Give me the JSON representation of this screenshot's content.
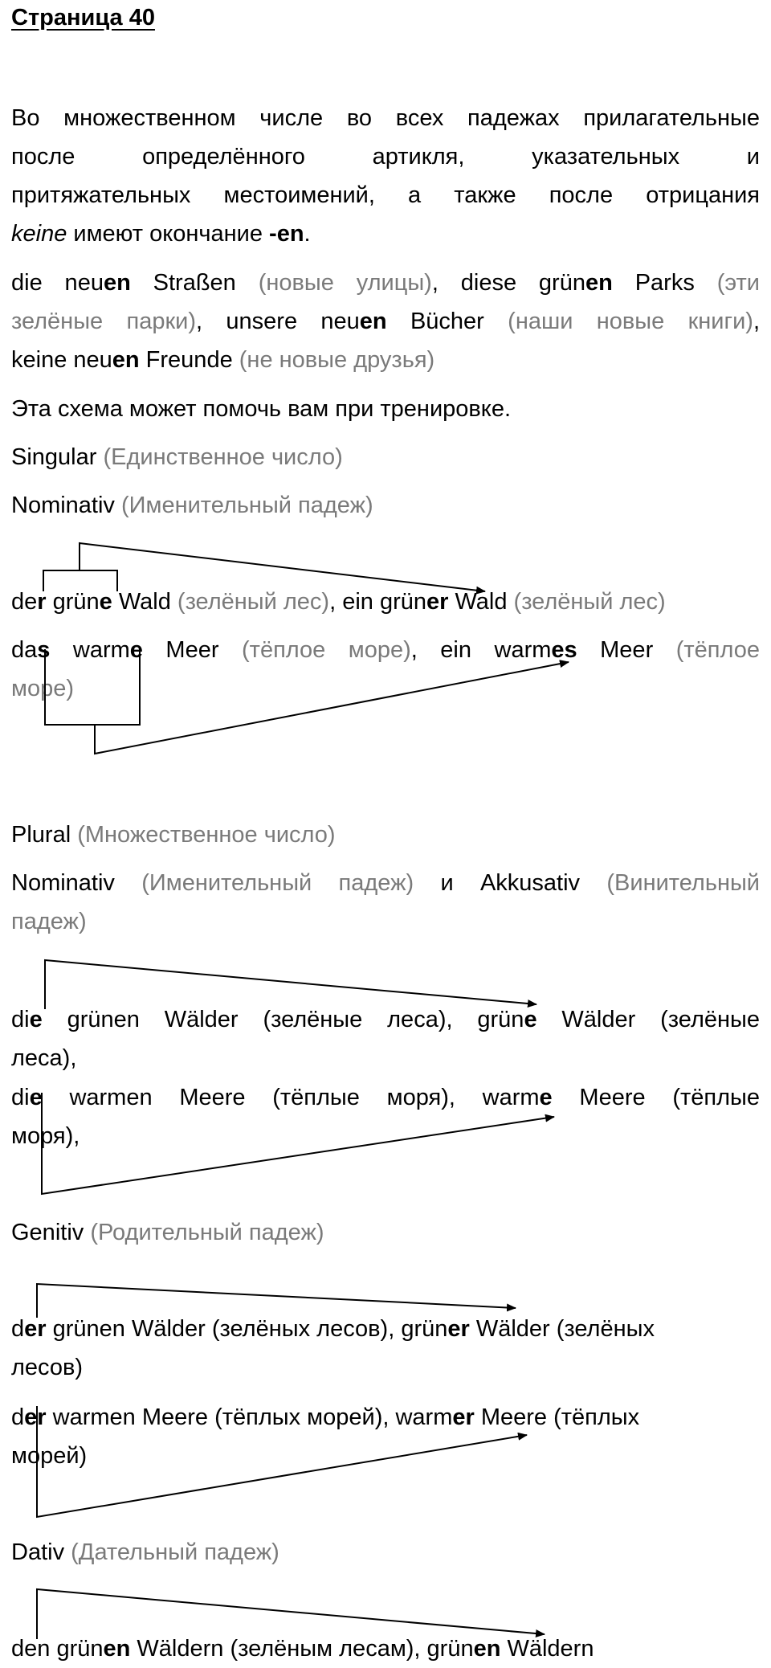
{
  "page_title": "Страница 40",
  "intro": {
    "line1": "Во множественном числе во всех падежах прилагательные",
    "line2": "после определённого артикля, указательных и",
    "line3": "притяжательных местоимений, а также после отрицания",
    "line4_italic": "keine",
    "line4_rest": " имеют окончание ",
    "line4_bold": "-en",
    "line4_end": "."
  },
  "examples": {
    "e1_a": "die neu",
    "e1_b": "en",
    "e1_c": " Straßen ",
    "e1_d": "(новые улицы)",
    "e1_e": ", diese grün",
    "e1_f": "en",
    "e1_g": " Parks ",
    "e1_h": "(эти",
    "e2_a": "зелёные парки)",
    "e2_b": ", unsere neu",
    "e2_c": "en",
    "e2_d": " Bücher ",
    "e2_e": "(наши новые книги)",
    "e2_f": ",",
    "e3_a": "keine neu",
    "e3_b": "en",
    "e3_c": " Freunde ",
    "e3_d": "(не новые друзья)"
  },
  "scheme_note": "Эта схема может помочь вам при тренировке.",
  "singular": {
    "heading": "Singular",
    "heading_ru": "(Единственное число)",
    "case": "Nominativ",
    "case_ru": "(Именительный падеж)",
    "l1": {
      "a": "de",
      "b": "r",
      "c": " grün",
      "d": "e",
      "e": " Wald ",
      "f": "(зелёный лес)",
      "g": ", ein grün",
      "h": "er",
      "i": " Wald ",
      "j": "(зелёный лес)"
    },
    "l2": {
      "a": "da",
      "b": "s",
      "c": " warm",
      "d": "e",
      "e": " Meer ",
      "f": "(тёплое море)",
      "g": ", ein warm",
      "h": "es",
      "i": " Meer ",
      "j": "(тёплое"
    },
    "l3": "море)"
  },
  "plural": {
    "heading": "Plural",
    "heading_ru": "(Множественное число)",
    "case1": "Nominativ",
    "case1_ru": "(Именительный падеж)",
    "and": " и ",
    "case2": "Akkusativ",
    "case2_ru": "(Винительный",
    "case2_ru_cont": "падеж)",
    "n1": {
      "a": "di",
      "b": "e",
      "c": " grünen Wälder (зелёные леса), grün",
      "d": "e",
      "e": " Wälder (зелёные"
    },
    "n1_cont": "леса),",
    "n2": {
      "a": "di",
      "b": "e",
      "c": " warmen Meere (тёплые моря), warm",
      "d": "e",
      "e": " Meere (тёплые"
    },
    "n2_cont": "моря),"
  },
  "genitiv": {
    "case": "Genitiv",
    "case_ru": "(Родительный падеж)",
    "g1": {
      "a": "d",
      "b": "er",
      "c": " grünen Wälder (зелёных лесов), grün",
      "d": "er",
      "e": " Wälder (зелёных"
    },
    "g1_cont": "лесов)",
    "g2": {
      "a": "d",
      "b": "er",
      "c": " warmen Meere (тёплых морей), warm",
      "d": "er",
      "e": " Meere (тёплых"
    },
    "g2_cont": "морей)"
  },
  "dativ": {
    "case": "Dativ",
    "case_ru": "(Дательный падеж)",
    "d1": {
      "a": "den grün",
      "b": "en",
      "c": " Wäldern (зелёным лесам), grün",
      "d": "en",
      "e": " Wäldern"
    }
  }
}
